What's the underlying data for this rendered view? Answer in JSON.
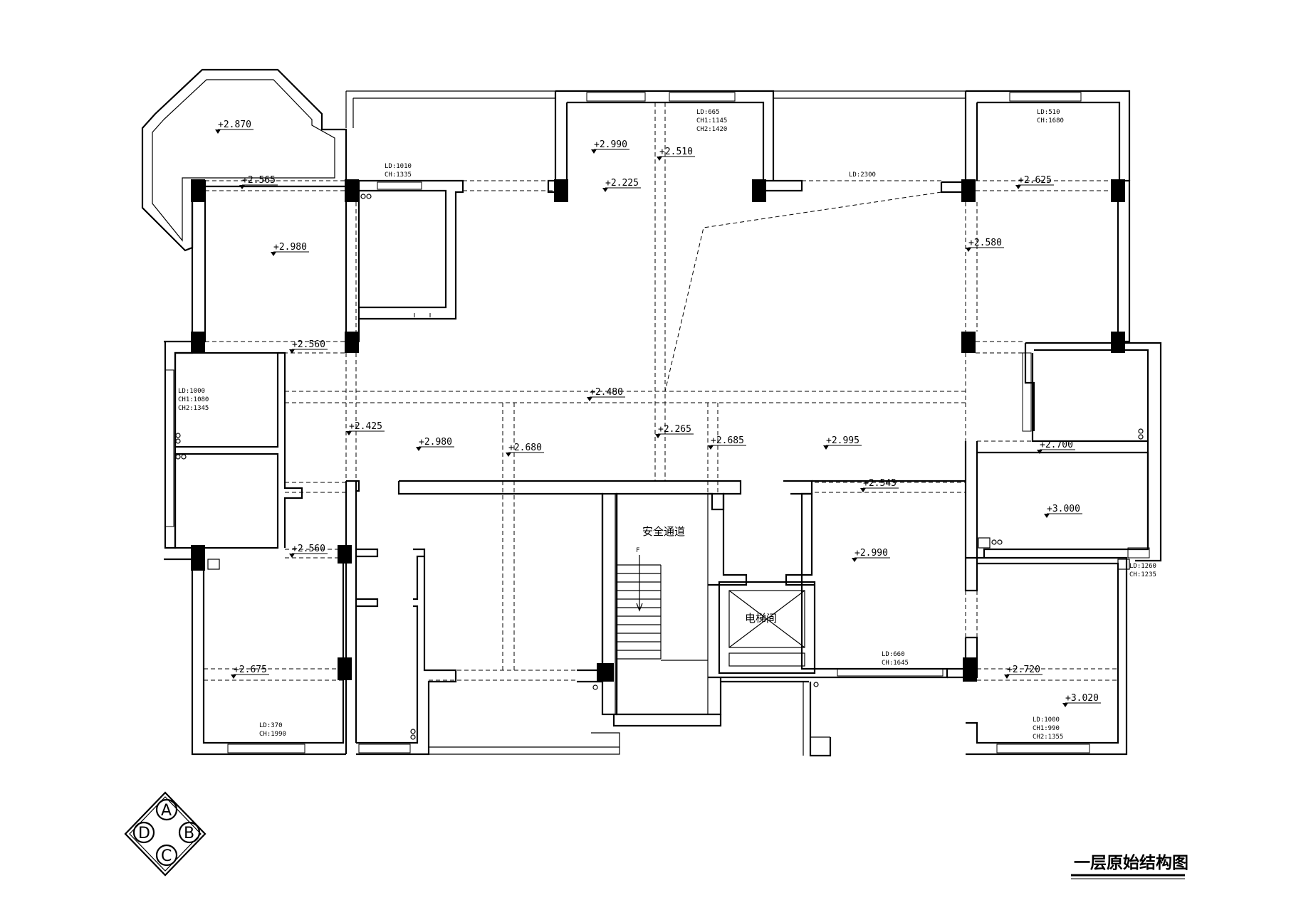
{
  "title": "一层原始结构图",
  "rooms": {
    "safety_passage": "安全通道",
    "elevator_room": "电梯间",
    "stair_down_mark": "F"
  },
  "elevations": [
    "+2.870",
    "+2.565",
    "+2.980",
    "+2.560",
    "+2.990",
    "+2.510",
    "+2.225",
    "+2.625",
    "+2.580",
    "+2.480",
    "+2.425",
    "+2.980",
    "+2.680",
    "+2.265",
    "+2.685",
    "+2.995",
    "+2.700",
    "+2.545",
    "+3.000",
    "+2.560",
    "+2.990",
    "+2.675",
    "+2.720",
    "+3.020"
  ],
  "window_notes": {
    "n1": [
      "LD:1010",
      "CH:1335"
    ],
    "n2": [
      "LD:665",
      "CH1:1145",
      "CH2:1420"
    ],
    "n3": [
      "LD:510",
      "CH:1680"
    ],
    "n4": [
      "LD:2300"
    ],
    "n5": [
      "LD:1000",
      "CH1:1080",
      "CH2:1345"
    ],
    "n6": [
      "LD:1260",
      "CH:1235"
    ],
    "n7": [
      "LD:660",
      "CH:1645"
    ],
    "n8": [
      "LD:370",
      "CH:1990"
    ],
    "n9": [
      "LD:1000",
      "CH1:990",
      "CH2:1355"
    ]
  },
  "compass": {
    "north": "A",
    "east": "B",
    "south": "C",
    "west": "D"
  },
  "colors": {
    "line": "#000000",
    "background": "#ffffff"
  }
}
